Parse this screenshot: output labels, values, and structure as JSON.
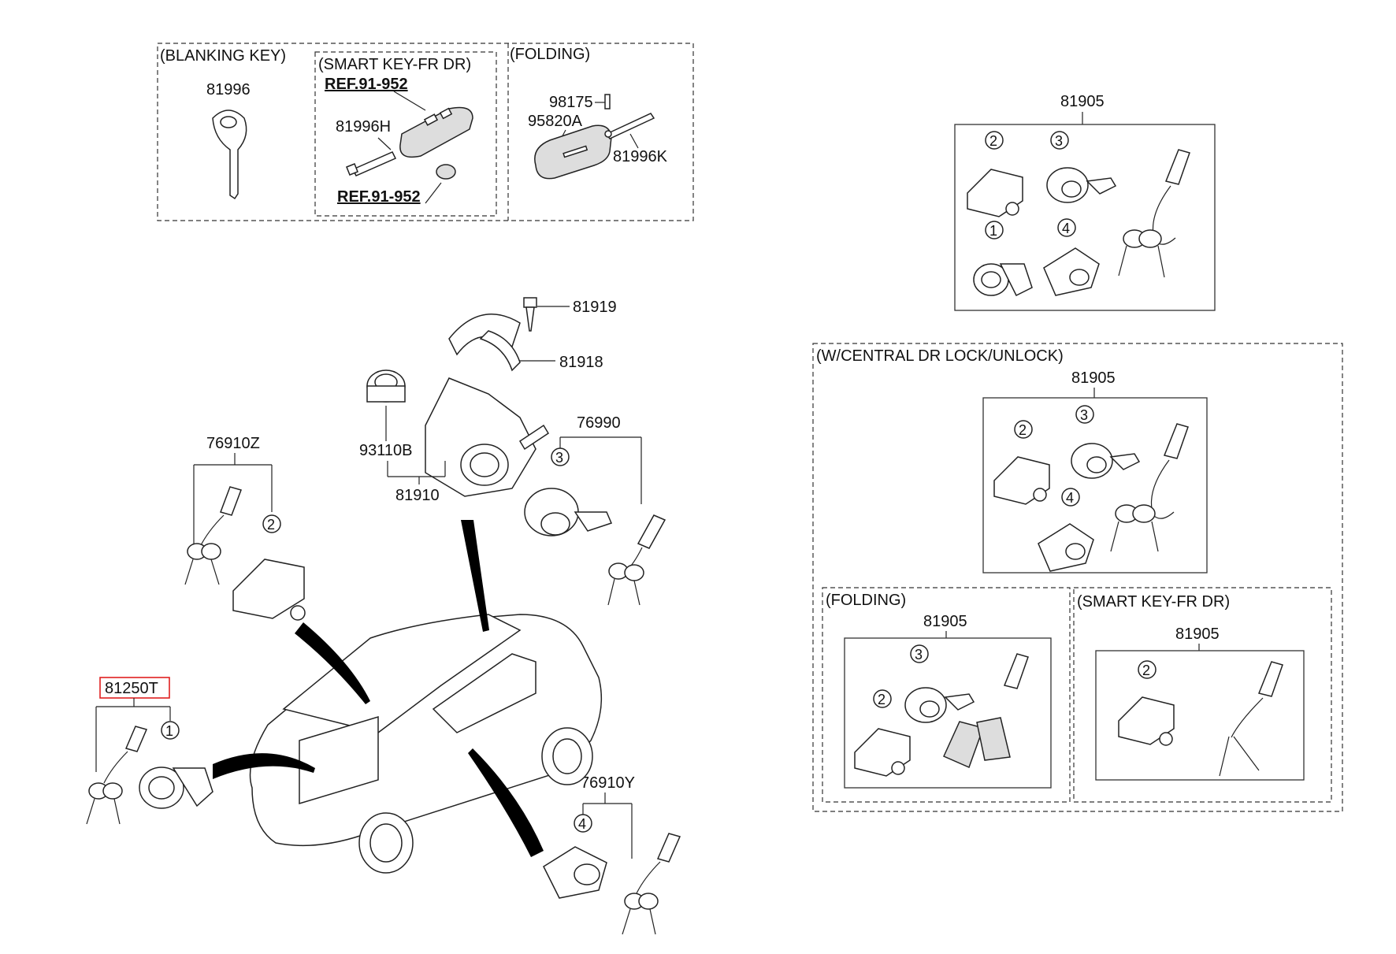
{
  "insets": {
    "blanking_key": "(BLANKING KEY)",
    "smart_key": "(SMART KEY-FR DR)",
    "folding": "(FOLDING)",
    "central": "(W/CENTRAL DR LOCK/UNLOCK)",
    "folding2": "(FOLDING)",
    "smart_key2": "(SMART KEY-FR DR)"
  },
  "parts": {
    "p81996": "81996",
    "p81996H": "81996H",
    "ref1": "REF.91-952",
    "ref2": "REF.91-952",
    "p98175": "98175",
    "p95820A": "95820A",
    "p81996K": "81996K",
    "p81905_top": "81905",
    "p81905_central": "81905",
    "p81905_folding": "81905",
    "p81905_smart": "81905",
    "p81919": "81919",
    "p81918": "81918",
    "p93110B": "93110B",
    "p81910": "81910",
    "p76990": "76990",
    "p76910Z": "76910Z",
    "p81250T": "81250T",
    "p76910Y": "76910Y"
  },
  "callouts": {
    "one": "1",
    "two": "2",
    "three": "3",
    "four": "4"
  },
  "colors": {
    "highlight": "#e02020",
    "line": "#222222"
  }
}
